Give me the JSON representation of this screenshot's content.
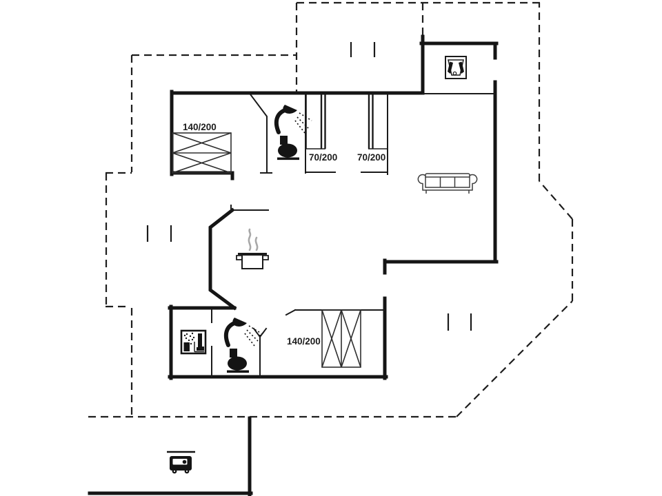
{
  "plan": {
    "type": "holiday-home floor plan",
    "background": "#ffffff",
    "wall_color": "#151515",
    "furniture_color": "#2e2e2e",
    "steam_color": "#a8a8a8",
    "labels": {
      "bed_master": "140/200",
      "bed_single_1": "70/200",
      "bed_single_2": "70/200",
      "bed_double_bottom": "140/200"
    },
    "icons": [
      {
        "name": "tv-icon",
        "shape": "square with trapezoid screen"
      },
      {
        "name": "sofa-icon",
        "shape": "three-seat sofa outline"
      },
      {
        "name": "cooking-pot-icon",
        "shape": "pot with steam"
      },
      {
        "name": "shower-icon",
        "shape": "shower head with spray"
      },
      {
        "name": "toilet-icon",
        "shape": "toilet silhouette"
      },
      {
        "name": "whirlpool-icon",
        "shape": "square with water jets"
      },
      {
        "name": "car-icon",
        "shape": "car under carport roof"
      }
    ]
  }
}
